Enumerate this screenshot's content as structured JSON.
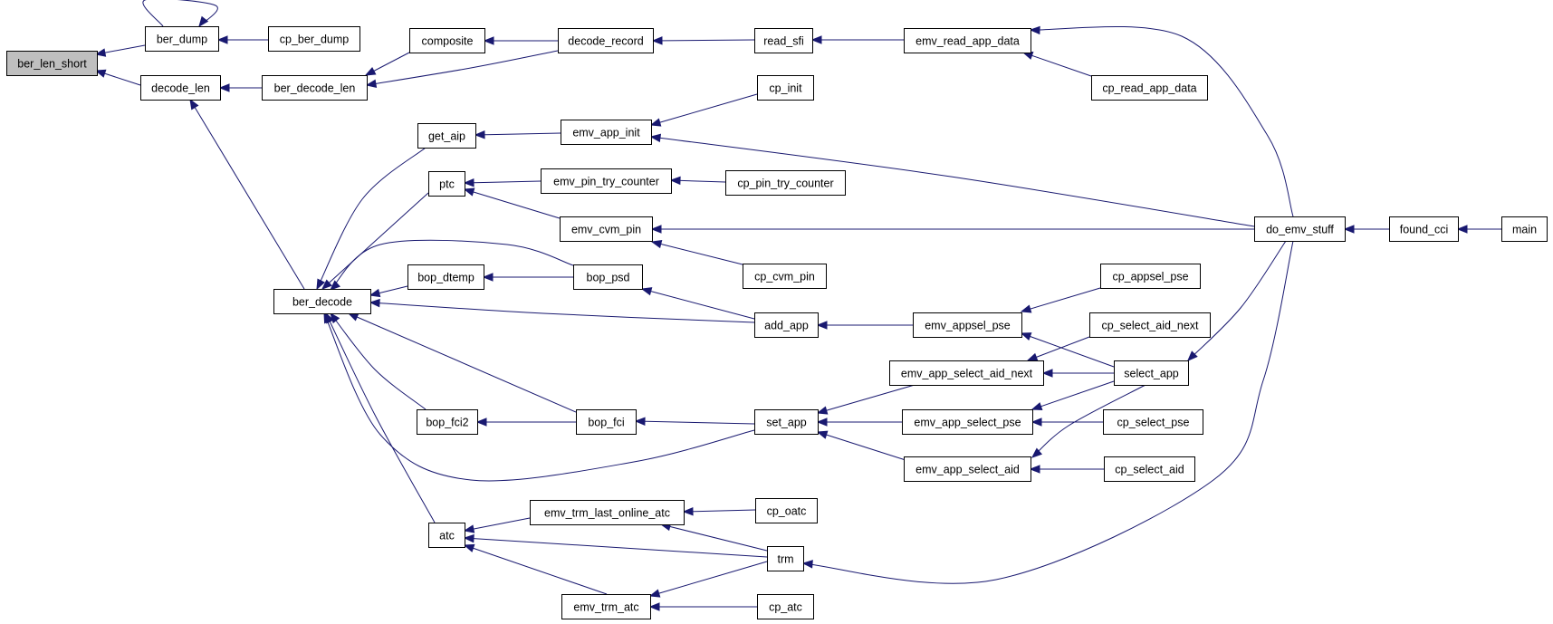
{
  "graph": {
    "edge_color": "#191970",
    "root_fill": "#bfbfbf",
    "nodes": [
      {
        "id": "ber_len_short",
        "label": "ber_len_short",
        "root": true
      },
      {
        "id": "ber_dump",
        "label": "ber_dump"
      },
      {
        "id": "cp_ber_dump",
        "label": "cp_ber_dump"
      },
      {
        "id": "decode_len",
        "label": "decode_len"
      },
      {
        "id": "ber_decode_len",
        "label": "ber_decode_len"
      },
      {
        "id": "composite",
        "label": "composite"
      },
      {
        "id": "decode_record",
        "label": "decode_record"
      },
      {
        "id": "read_sfi",
        "label": "read_sfi"
      },
      {
        "id": "emv_read_app_data",
        "label": "emv_read_app_data"
      },
      {
        "id": "cp_read_app_data",
        "label": "cp_read_app_data"
      },
      {
        "id": "get_aip",
        "label": "get_aip"
      },
      {
        "id": "emv_app_init",
        "label": "emv_app_init"
      },
      {
        "id": "cp_init",
        "label": "cp_init"
      },
      {
        "id": "ptc",
        "label": "ptc"
      },
      {
        "id": "emv_pin_try_counter",
        "label": "emv_pin_try_counter"
      },
      {
        "id": "cp_pin_try_counter",
        "label": "cp_pin_try_counter"
      },
      {
        "id": "emv_cvm_pin",
        "label": "emv_cvm_pin"
      },
      {
        "id": "cp_cvm_pin",
        "label": "cp_cvm_pin"
      },
      {
        "id": "do_emv_stuff",
        "label": "do_emv_stuff"
      },
      {
        "id": "found_cci",
        "label": "found_cci"
      },
      {
        "id": "main",
        "label": "main"
      },
      {
        "id": "ber_decode",
        "label": "ber_decode"
      },
      {
        "id": "bop_dtemp",
        "label": "bop_dtemp"
      },
      {
        "id": "bop_psd",
        "label": "bop_psd"
      },
      {
        "id": "add_app",
        "label": "add_app"
      },
      {
        "id": "emv_appsel_pse",
        "label": "emv_appsel_pse"
      },
      {
        "id": "cp_appsel_pse",
        "label": "cp_appsel_pse"
      },
      {
        "id": "cp_select_aid_next",
        "label": "cp_select_aid_next"
      },
      {
        "id": "emv_app_select_aid_next",
        "label": "emv_app_select_aid_next"
      },
      {
        "id": "select_app",
        "label": "select_app"
      },
      {
        "id": "bop_fci2",
        "label": "bop_fci2"
      },
      {
        "id": "bop_fci",
        "label": "bop_fci"
      },
      {
        "id": "set_app",
        "label": "set_app"
      },
      {
        "id": "emv_app_select_pse",
        "label": "emv_app_select_pse"
      },
      {
        "id": "cp_select_pse",
        "label": "cp_select_pse"
      },
      {
        "id": "emv_app_select_aid",
        "label": "emv_app_select_aid"
      },
      {
        "id": "cp_select_aid",
        "label": "cp_select_aid"
      },
      {
        "id": "emv_trm_last_online_atc",
        "label": "emv_trm_last_online_atc"
      },
      {
        "id": "cp_oatc",
        "label": "cp_oatc"
      },
      {
        "id": "atc",
        "label": "atc"
      },
      {
        "id": "trm",
        "label": "trm"
      },
      {
        "id": "emv_trm_atc",
        "label": "emv_trm_atc"
      },
      {
        "id": "cp_atc",
        "label": "cp_atc"
      }
    ],
    "edges": [
      {
        "from": "ber_dump",
        "to": "ber_len_short"
      },
      {
        "from": "decode_len",
        "to": "ber_len_short"
      },
      {
        "from": "ber_dump",
        "to": "ber_dump"
      },
      {
        "from": "cp_ber_dump",
        "to": "ber_dump"
      },
      {
        "from": "ber_decode_len",
        "to": "decode_len"
      },
      {
        "from": "ber_decode",
        "to": "decode_len"
      },
      {
        "from": "composite",
        "to": "ber_decode_len"
      },
      {
        "from": "decode_record",
        "to": "ber_decode_len"
      },
      {
        "from": "decode_record",
        "to": "composite"
      },
      {
        "from": "read_sfi",
        "to": "decode_record"
      },
      {
        "from": "emv_read_app_data",
        "to": "read_sfi"
      },
      {
        "from": "do_emv_stuff",
        "to": "emv_read_app_data"
      },
      {
        "from": "cp_read_app_data",
        "to": "emv_read_app_data"
      },
      {
        "from": "get_aip",
        "to": "ber_decode"
      },
      {
        "from": "emv_app_init",
        "to": "get_aip"
      },
      {
        "from": "cp_init",
        "to": "emv_app_init"
      },
      {
        "from": "do_emv_stuff",
        "to": "emv_app_init"
      },
      {
        "from": "ptc",
        "to": "ber_decode"
      },
      {
        "from": "emv_pin_try_counter",
        "to": "ptc"
      },
      {
        "from": "emv_cvm_pin",
        "to": "ptc"
      },
      {
        "from": "cp_pin_try_counter",
        "to": "emv_pin_try_counter"
      },
      {
        "from": "do_emv_stuff",
        "to": "emv_cvm_pin"
      },
      {
        "from": "cp_cvm_pin",
        "to": "emv_cvm_pin"
      },
      {
        "from": "found_cci",
        "to": "do_emv_stuff"
      },
      {
        "from": "main",
        "to": "found_cci"
      },
      {
        "from": "bop_psd",
        "to": "ber_decode"
      },
      {
        "from": "bop_dtemp",
        "to": "ber_decode"
      },
      {
        "from": "bop_psd",
        "to": "bop_dtemp"
      },
      {
        "from": "add_app",
        "to": "bop_psd"
      },
      {
        "from": "add_app",
        "to": "ber_decode"
      },
      {
        "from": "emv_appsel_pse",
        "to": "add_app"
      },
      {
        "from": "cp_appsel_pse",
        "to": "emv_appsel_pse"
      },
      {
        "from": "select_app",
        "to": "emv_appsel_pse"
      },
      {
        "from": "do_emv_stuff",
        "to": "select_app"
      },
      {
        "from": "cp_select_aid_next",
        "to": "emv_app_select_aid_next"
      },
      {
        "from": "select_app",
        "to": "emv_app_select_aid_next"
      },
      {
        "from": "bop_fci",
        "to": "ber_decode"
      },
      {
        "from": "bop_fci2",
        "to": "ber_decode"
      },
      {
        "from": "set_app",
        "to": "ber_decode"
      },
      {
        "from": "atc",
        "to": "ber_decode"
      },
      {
        "from": "bop_fci",
        "to": "bop_fci2"
      },
      {
        "from": "set_app",
        "to": "bop_fci"
      },
      {
        "from": "emv_app_select_aid_next",
        "to": "set_app"
      },
      {
        "from": "emv_app_select_pse",
        "to": "set_app"
      },
      {
        "from": "emv_app_select_aid",
        "to": "set_app"
      },
      {
        "from": "select_app",
        "to": "emv_app_select_pse"
      },
      {
        "from": "cp_select_pse",
        "to": "emv_app_select_pse"
      },
      {
        "from": "select_app",
        "to": "emv_app_select_aid"
      },
      {
        "from": "cp_select_aid",
        "to": "emv_app_select_aid"
      },
      {
        "from": "emv_trm_last_online_atc",
        "to": "atc"
      },
      {
        "from": "trm",
        "to": "atc"
      },
      {
        "from": "emv_trm_atc",
        "to": "atc"
      },
      {
        "from": "cp_oatc",
        "to": "emv_trm_last_online_atc"
      },
      {
        "from": "trm",
        "to": "emv_trm_last_online_atc"
      },
      {
        "from": "trm",
        "to": "emv_trm_atc"
      },
      {
        "from": "cp_atc",
        "to": "emv_trm_atc"
      },
      {
        "from": "do_emv_stuff",
        "to": "trm"
      }
    ]
  }
}
